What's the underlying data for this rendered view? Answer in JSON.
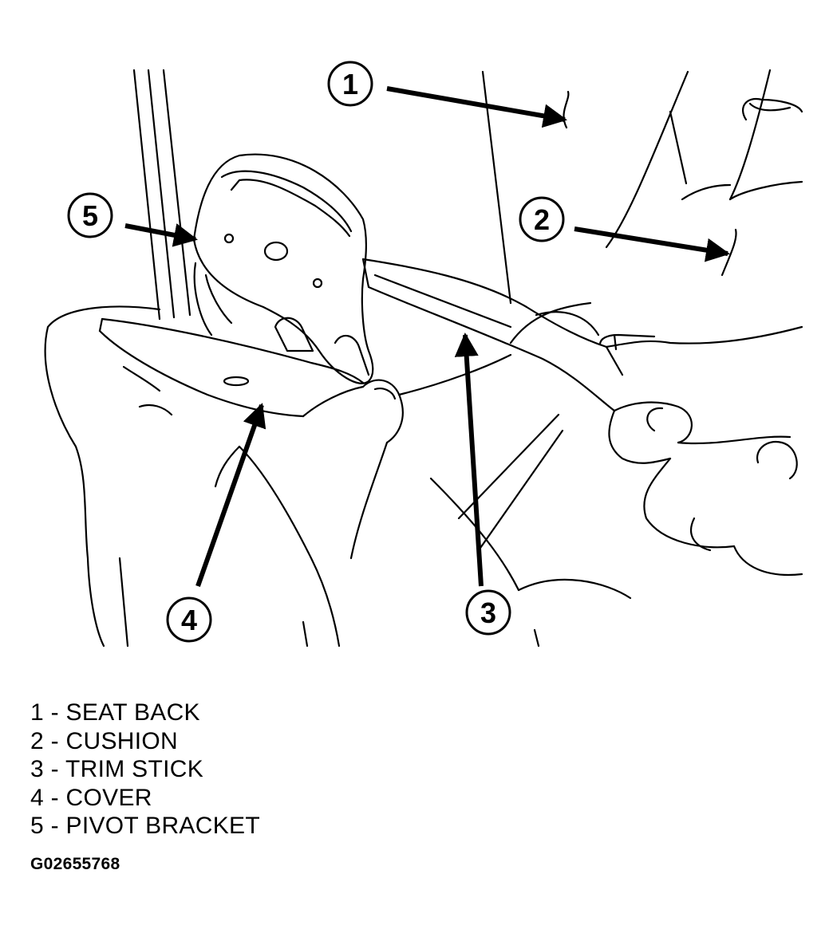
{
  "figure": {
    "callouts": [
      {
        "num": "1",
        "target": "seat-back"
      },
      {
        "num": "2",
        "target": "cushion"
      },
      {
        "num": "3",
        "target": "trim-stick"
      },
      {
        "num": "4",
        "target": "cover"
      },
      {
        "num": "5",
        "target": "pivot-bracket"
      }
    ],
    "legend": [
      "1 - SEAT BACK",
      "2 - CUSHION",
      "3 - TRIM STICK",
      "4 - COVER",
      "5 - PIVOT BRACKET"
    ],
    "figure_id": "G02655768"
  }
}
